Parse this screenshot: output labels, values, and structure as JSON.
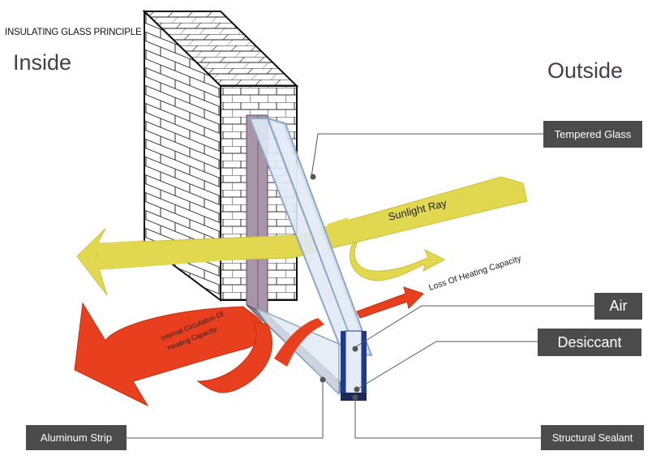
{
  "title": "INSULATING GLASS PRINCIPLE",
  "sides": {
    "inside": "Inside",
    "outside": "Outside"
  },
  "flows": {
    "sunlight": "Sunlight Ray",
    "loss": "Loss Of Heating Capacity",
    "internal_line1": "Internal Circulation Of",
    "internal_line2": "Heating Capacity"
  },
  "callouts": {
    "tempered_glass": "Tempered Glass",
    "air": "Air",
    "desiccant": "Desiccant",
    "aluminum_strip": "Aluminum Strip",
    "structural_sealant": "Structural Sealant"
  },
  "colors": {
    "sunlight_arrow": "#e2d84f",
    "heat_arrow": "#e8401f",
    "glass": "#dfe9f5",
    "glass_edge": "#8ea6c2",
    "spacer": "#1f3a8a",
    "callout_bg": "#4b4b4b"
  }
}
